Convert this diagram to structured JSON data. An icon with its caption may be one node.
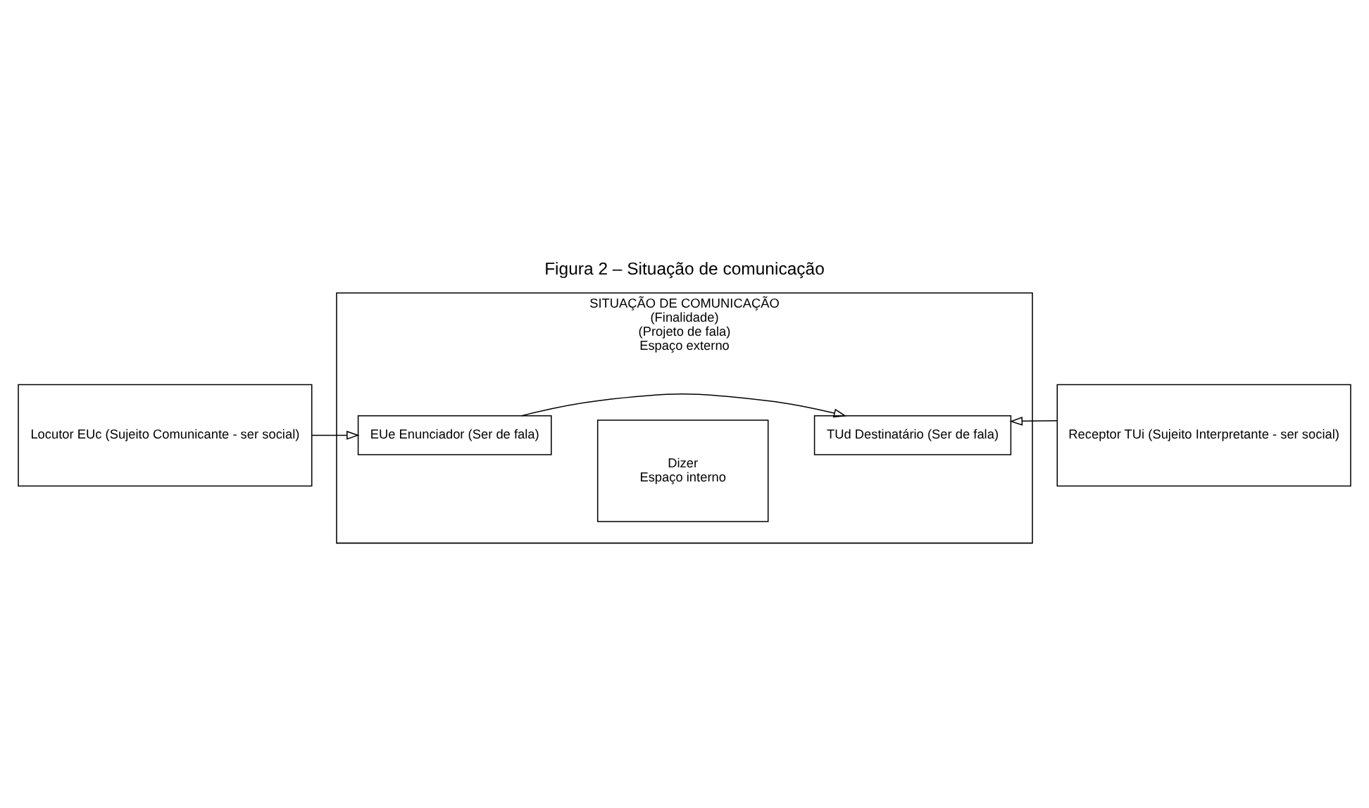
{
  "diagram": {
    "title": "Figura 2 – Situação de comunicação",
    "nodes": [
      {
        "text": [
          "SITUAÇÃO DE COMUNICAÇÃO",
          "(Finalidade)",
          "(Projeto de fala)",
          "Espaço externo"
        ]
      },
      {
        "text": [
          "Locutor EUc (Sujeito Comunicante - ser social)"
        ]
      },
      {
        "text": [
          "Dizer",
          "Espaço interno"
        ],
        "in": 0
      },
      {
        "text": [
          "EUe Enunciador (Ser de fala)"
        ],
        "in": 0
      },
      {
        "text": [
          "TUd Destinatário (Ser de fala)"
        ],
        "in": 0
      },
      {
        "text": [
          "Receptor TUi (Sujeito Interpretante - ser social)"
        ]
      }
    ],
    "edges": [
      {
        "from": 1,
        "to": 3,
        "arrow": "to"
      },
      {
        "from": 5,
        "to": 4,
        "arrow": "to"
      },
      {
        "from": 3,
        "to": 4,
        "arrow": "to"
      }
    ]
  }
}
